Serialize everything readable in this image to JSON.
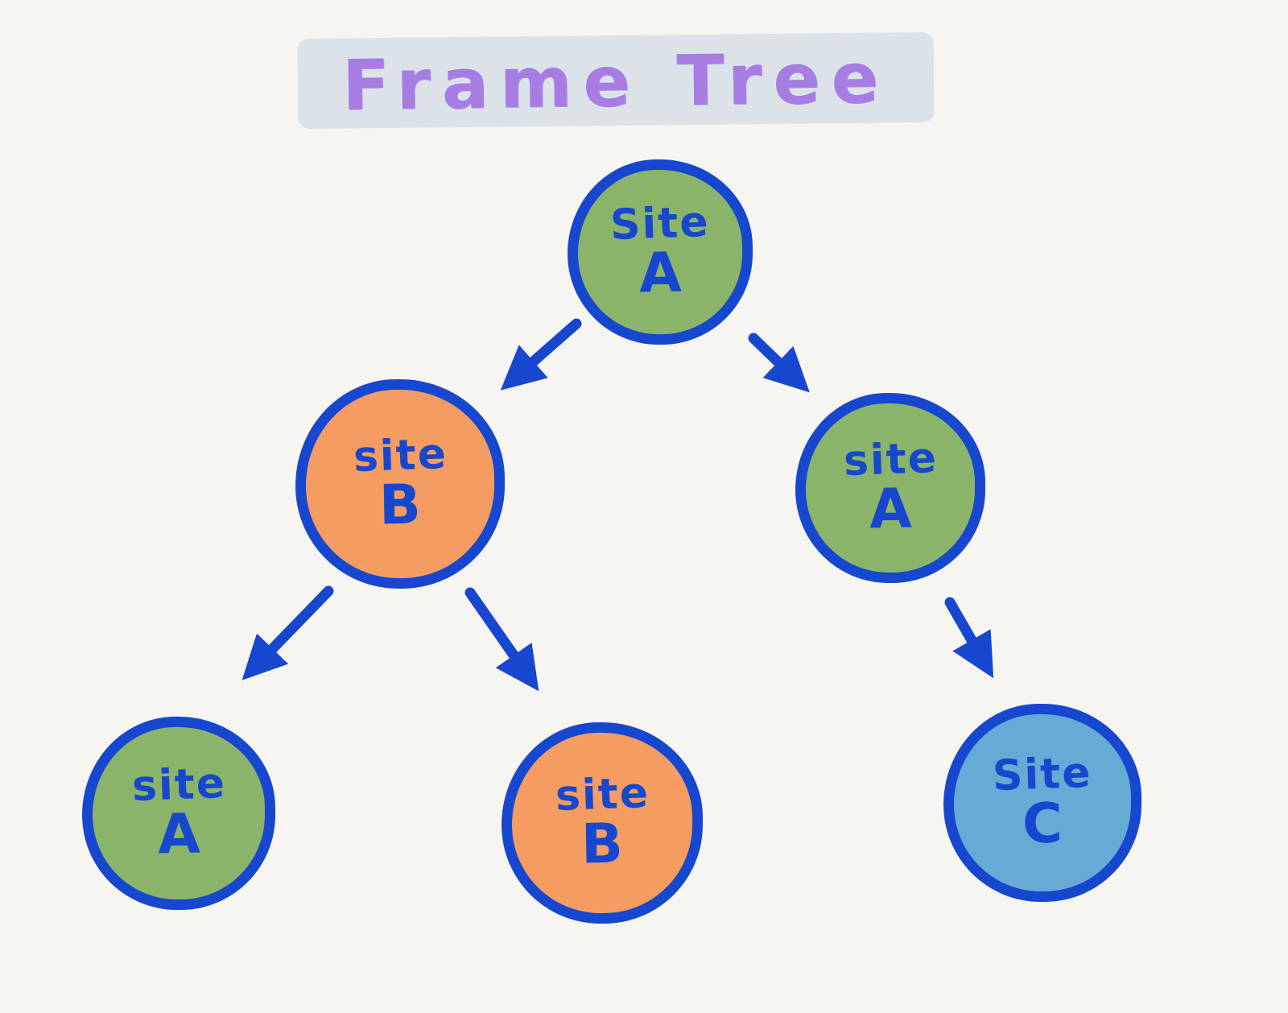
{
  "title": "Frame Tree",
  "palette": {
    "background": "#f6f5f2",
    "title_text": "#a77ce3",
    "title_highlight": "#dbe3e9",
    "node_border": "#1747cf",
    "node_text": "#1747cf",
    "arrow": "#1747cf",
    "green": "#8ab46a",
    "orange": "#f49c62",
    "blue": "#66aad6"
  },
  "nodes": [
    {
      "id": "root",
      "word": "Site",
      "letter": "A",
      "color": "green"
    },
    {
      "id": "mid-left",
      "word": "site",
      "letter": "B",
      "color": "orange"
    },
    {
      "id": "mid-right",
      "word": "site",
      "letter": "A",
      "color": "green"
    },
    {
      "id": "bottom-left",
      "word": "site",
      "letter": "A",
      "color": "green"
    },
    {
      "id": "bottom-mid",
      "word": "site",
      "letter": "B",
      "color": "orange"
    },
    {
      "id": "bottom-right",
      "word": "Site",
      "letter": "C",
      "color": "blue"
    }
  ],
  "edges": [
    {
      "from": "root",
      "to": "mid-left"
    },
    {
      "from": "root",
      "to": "mid-right"
    },
    {
      "from": "mid-left",
      "to": "bottom-left"
    },
    {
      "from": "mid-left",
      "to": "bottom-mid"
    },
    {
      "from": "mid-right",
      "to": "bottom-right"
    }
  ]
}
